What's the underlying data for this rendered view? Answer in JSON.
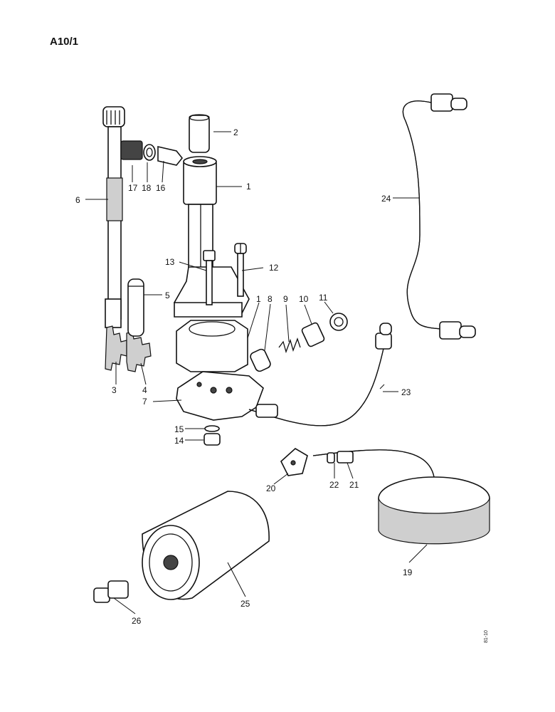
{
  "title": "A10/1",
  "sheet_code": "81-10",
  "callouts": [
    {
      "id": "label-1a",
      "text": "1"
    },
    {
      "id": "label-1b",
      "text": "1"
    },
    {
      "id": "label-2",
      "text": "2"
    },
    {
      "id": "label-3",
      "text": "3"
    },
    {
      "id": "label-4",
      "text": "4"
    },
    {
      "id": "label-5",
      "text": "5"
    },
    {
      "id": "label-6",
      "text": "6"
    },
    {
      "id": "label-7",
      "text": "7"
    },
    {
      "id": "label-8",
      "text": "8"
    },
    {
      "id": "label-9",
      "text": "9"
    },
    {
      "id": "label-10",
      "text": "10"
    },
    {
      "id": "label-11",
      "text": "11"
    },
    {
      "id": "label-12",
      "text": "12"
    },
    {
      "id": "label-13",
      "text": "13"
    },
    {
      "id": "label-14",
      "text": "14"
    },
    {
      "id": "label-15",
      "text": "15"
    },
    {
      "id": "label-16",
      "text": "16"
    },
    {
      "id": "label-17",
      "text": "17"
    },
    {
      "id": "label-18",
      "text": "18"
    },
    {
      "id": "label-19",
      "text": "19"
    },
    {
      "id": "label-20",
      "text": "20"
    },
    {
      "id": "label-21",
      "text": "21"
    },
    {
      "id": "label-22",
      "text": "22"
    },
    {
      "id": "label-23",
      "text": "23"
    },
    {
      "id": "label-24",
      "text": "24"
    },
    {
      "id": "label-25",
      "text": "25"
    },
    {
      "id": "label-26",
      "text": "26"
    }
  ]
}
